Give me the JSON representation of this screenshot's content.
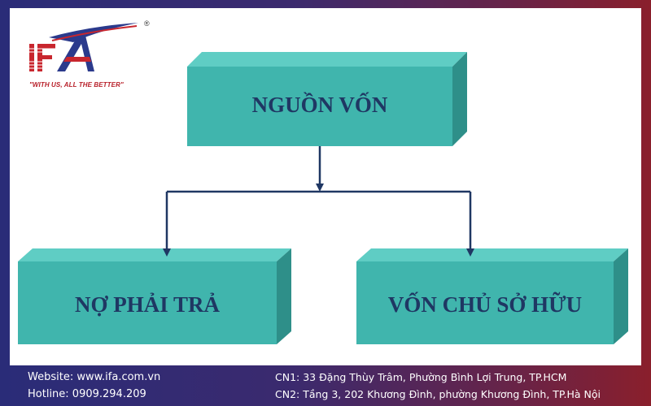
{
  "logo": {
    "mark": "IFA",
    "tagline": "\"WITH US, ALL THE BETTER\"",
    "registered": "®"
  },
  "diagram": {
    "root": "NGUỒN VỐN",
    "children": [
      "NỢ PHẢI TRẢ",
      "VỐN CHỦ SỞ HỮU"
    ]
  },
  "footer": {
    "website": "Website: www.ifa.com.vn",
    "hotline": "Hotline: 0909.294.209",
    "branch1": "CN1: 33 Đặng Thùy Trâm, Phường Bình Lợi Trung, TP.HCM",
    "branch2": "CN2: Tầng 3, 202 Khương Đình, phường Khương Đình, TP.Hà Nội"
  },
  "colors": {
    "box_front": "#40b5ad",
    "box_top": "#5fcdc4",
    "box_side": "#2e8f89",
    "label": "#1f3763",
    "connector": "#1f3763"
  }
}
